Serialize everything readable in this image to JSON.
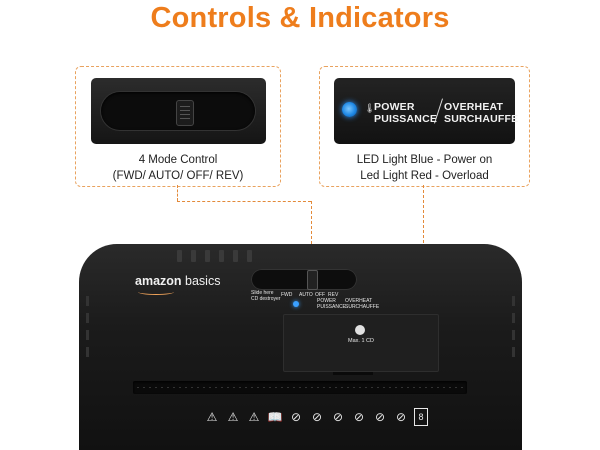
{
  "title": "Controls & Indicators",
  "callout_left": {
    "caption_line1": "4 Mode Control",
    "caption_line2": "(FWD/ AUTO/ OFF/ REV)"
  },
  "callout_right": {
    "power_en": "POWER",
    "power_fr": "PUISSANCE",
    "overheat_en": "OVERHEAT",
    "overheat_fr": "SURCHAUFFE",
    "caption_line1": "LED Light Blue - Power on",
    "caption_line2": "Led Light Red - Overload"
  },
  "device": {
    "brand_bold": "amazon",
    "brand_light": "basics",
    "slide_label_line1": "Slide here",
    "slide_label_line2": "CD destroyer",
    "mode_fwd": "FWD",
    "mode_auto": "AUTO",
    "mode_off": "OFF",
    "mode_rev": "REV",
    "power_en": "POWER",
    "power_fr": "PUISSANCE",
    "overheat_en": "OVERHEAT",
    "overheat_fr": "SURCHAUFFE",
    "cd_label": "Max. 1 CD",
    "sheet_count": "8"
  },
  "colors": {
    "title": "#ee7d1c",
    "dashed_border": "#e9a25e",
    "power_led": "#1e88e5",
    "body": "#1b1b1b"
  },
  "icons": [
    "slide-switch-icon",
    "power-led-icon",
    "cd-slot-icon",
    "warning-icon",
    "child-warning-icon",
    "pet-warning-icon",
    "manual-icon",
    "no-hand-icon",
    "no-tie-icon",
    "no-child-icon",
    "no-hair-icon",
    "no-pet-icon",
    "no-spray-icon",
    "sheet-capacity-icon"
  ]
}
